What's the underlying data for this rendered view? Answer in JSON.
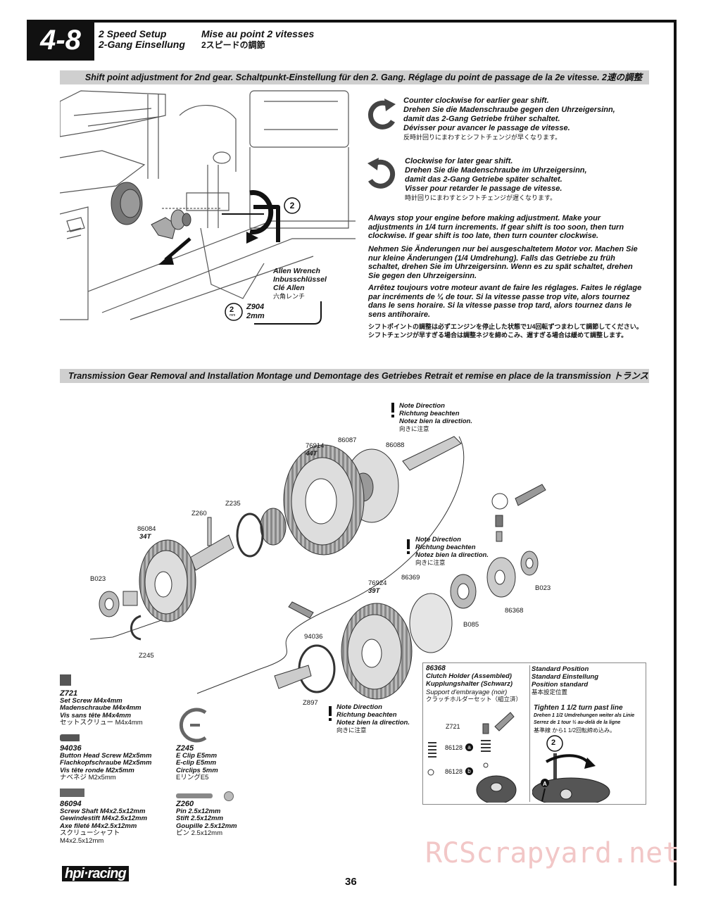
{
  "header": {
    "step": "4-8",
    "title_en": "2 Speed Setup",
    "title_de": "2-Gang Einsellung",
    "title_fr": "Mise au point 2 vitesses",
    "title_jp": "2スピードの調節"
  },
  "section1": {
    "band": "Shift point adjustment for 2nd gear.   Schaltpunkt-Einstellung für den 2. Gang.   Réglage du point de passage de la 2e vitesse.   2速の調整",
    "ccw": {
      "en": "Counter clockwise for earlier gear shift.",
      "de1": "Drehen Sie die Madenschraube gegen den Uhrzeigersinn,",
      "de2": "damit das 2-Gang Getriebe früher schaltet.",
      "fr": "Dévisser pour avancer le passage de vitesse.",
      "jp": "反時計回りにまわすとシフトチェンジが早くなります。"
    },
    "cw": {
      "en": "Clockwise for later gear shift.",
      "de1": "Drehen Sie die Madenschraube im  Uhrzeigersinn,",
      "de2": "damit das 2-Gang Getriebe später schaltet.",
      "fr": "Visser pour retarder le passage de vitesse.",
      "jp": "時計回りにまわすとシフトチェンジが遅くなります。"
    },
    "paragraph_en": "Always stop your engine before making adjustment. Make your adjustments in 1/4 turn increments. If gear shift is too soon, then turn clockwise. If gear shift is too late, then turn counter clockwise.",
    "paragraph_de": "Nehmen Sie Änderungen nur bei ausgeschaltetem Motor vor. Machen Sie nur kleine Änderungen (1/4 Umdrehung). Falls das Getriebe zu früh schaltet, drehen Sie im Uhrzeigersinn. Wenn es zu spät schaltet, drehen Sie gegen den Uhrzeigersinn.",
    "paragraph_fr": "Arrêtez toujours votre moteur avant de faire les réglages. Faites le réglage par incréments de ¼ de tour. Si la vitesse passe trop vite, alors tournez dans le sens horaire. Si la vitesse passe trop tard, alors tournez dans le sens antihoraire.",
    "paragraph_jp": "シフトポイントの調整は必ずエンジンを停止した状態で1/4回転ずつまわして調節してください。シフトチェンジが早すぎる場合は調整ネジを締めこみ、遅すぎる場合は緩めて調整します。",
    "wrench": {
      "en": "Allen Wrench",
      "de": "Inbusschlüssel",
      "fr": "Clé Allen",
      "jp": "六角レンチ",
      "code": "Z904",
      "size": "2mm",
      "badge": "2",
      "badge_unit": "mm"
    }
  },
  "section2": {
    "band": "Transmission Gear Removal and Installation   Montage und Demontage des Getriebes   Retrait et remise en place de la transmission   トランスミッションギアの取り付け取り外し",
    "note": {
      "en": "Note Direction",
      "de": "Richtung beachten",
      "fr": "Notez bien la direction.",
      "jp": "向きに注意"
    },
    "parts": {
      "p76914": "76914",
      "t44": "44T",
      "p86087": "86087",
      "p86088": "86088",
      "pZ235": "Z235",
      "pZ260": "Z260",
      "p86084": "86084",
      "t34": "34T",
      "pB023a": "B023",
      "pZ245": "Z245",
      "p76924": "76924",
      "t39": "39T",
      "p86369": "86369",
      "pB085": "B085",
      "p86368": "86368",
      "pB023b": "B023",
      "p94036": "94036",
      "pZ897": "Z897"
    },
    "clutch": {
      "code": "86368",
      "en": "Clutch Holder (Assembled)",
      "de": "Kupplungshalter (Schwarz)",
      "fr": "Support d'embrayage (noir)",
      "jp": "クラッチホルダーセット（組立済）",
      "z721": "Z721",
      "s128a": "86128",
      "s128a_tag": "a",
      "s128b": "86128",
      "s128b_tag": "b"
    },
    "standard": {
      "en": "Standard Position",
      "de": "Standard Einstellung",
      "fr": "Position standard",
      "jp": "基本設定位置",
      "tighten_en": "Tighten 1 1/2 turn past line",
      "tighten_de": "Drehen 1 1/2 Umdrehungen weiter als Linie",
      "tighten_fr": "Serrez de 1 tour ½ au-delà de la ligne",
      "tighten_jp": "基準線   から1 1/2回転締め込み。",
      "mark": "A"
    },
    "key": [
      {
        "code": "Z721",
        "l1": "Set Screw M4x4mm",
        "l2": "Madenschraube M4x4mm",
        "l3": "Vis sans tête M4x4mm",
        "l4": "セットスクリュー M4x4mm"
      },
      {
        "code": "94036",
        "l1": "Button Head Screw M2x5mm",
        "l2": "Flachkopfschraube M2x5mm",
        "l3": "Vis tête ronde M2x5mm",
        "l4": "ナベネジ M2x5mm"
      },
      {
        "code": "86094",
        "l1": "Screw Shaft M4x2.5x12mm",
        "l2": "Gewindestift M4x2.5x12mm",
        "l3": "Axe fileté M4x2.5x12mm",
        "l4": "スクリューシャフト M4x2.5x12mm"
      },
      {
        "code": "Z245",
        "l1": "E Clip E5mm",
        "l2": "E-clip E5mm",
        "l3": "Circlips 5mm",
        "l4": "EリングE5"
      },
      {
        "code": "Z260",
        "l1": "Pin 2.5x12mm",
        "l2": "Stift 2.5x12mm",
        "l3": "Goupille 2.5x12mm",
        "l4": "ピン 2.5x12mm"
      }
    ]
  },
  "footer": {
    "brand": "hpi·racing",
    "page": "36",
    "watermark": "RCScrapyard.net"
  }
}
